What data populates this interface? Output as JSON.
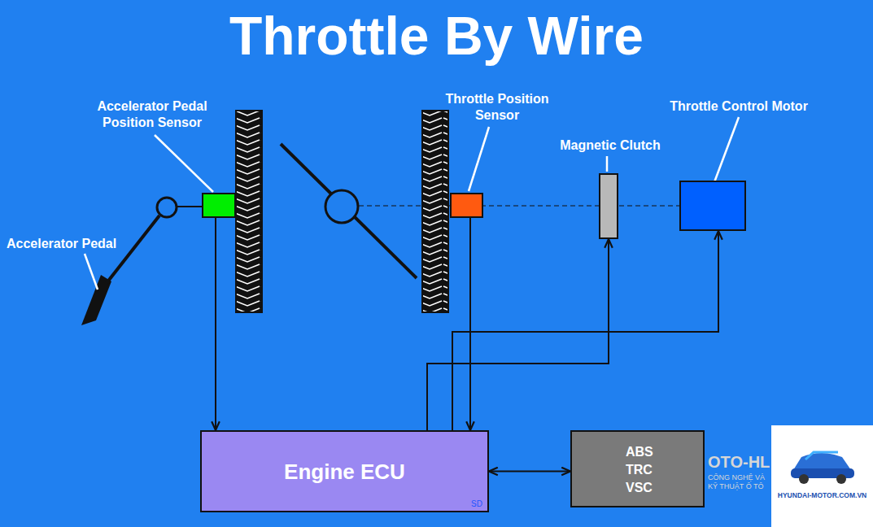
{
  "diagram": {
    "title": "Throttle By Wire",
    "nodes": [
      {
        "text": [
          "Accelerator Pedal Position Sensor"
        ]
      },
      {
        "text": [
          "Throttle Position Sensor"
        ]
      },
      {
        "text": [
          "Magnetic Clutch"
        ]
      },
      {
        "text": [
          "Throttle Control Motor"
        ]
      },
      {
        "text": [
          "Engine ECU",
          "SD"
        ]
      },
      {
        "text": [
          "ABS TRC VSC"
        ]
      }
    ],
    "edges": [
      {
        "from": 0,
        "to": 4,
        "arrow": "to"
      },
      {
        "from": 1,
        "to": 4,
        "arrow": "to"
      },
      {
        "from": 4,
        "to": 2,
        "arrow": "to"
      },
      {
        "from": 4,
        "to": 3,
        "arrow": "to"
      },
      {
        "from": 4,
        "to": 5,
        "arrow": "both"
      }
    ],
    "labels": [
      "Accelerator Pedal",
      "OTO-HL",
      "CÔNG NGHỆ VÀ KỸ THUẬT Ô TÔ",
      "HYUNDAI-MOTOR.COM.VN"
    ]
  }
}
